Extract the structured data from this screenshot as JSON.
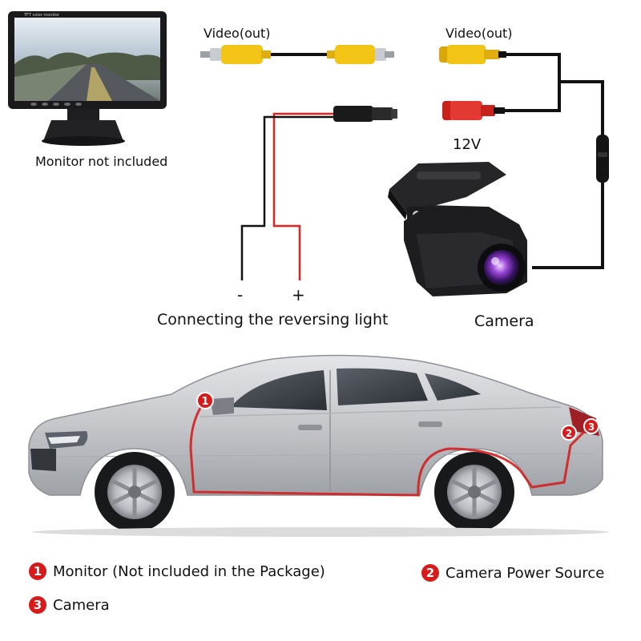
{
  "labels": {
    "video_out_left": "Video(out)",
    "video_out_right": "Video(out)",
    "voltage": "12V",
    "monitor_note": "Monitor not included",
    "minus": "-",
    "plus": "+",
    "reversing_light": "Connecting the reversing light",
    "camera": "Camera",
    "monitor_screen_text": "TFT color monitor"
  },
  "markers": [
    "1",
    "2",
    "3"
  ],
  "legend": [
    {
      "number": "1",
      "text": "Monitor (Not included in the Package)"
    },
    {
      "number": "2",
      "text": "Camera Power Source"
    },
    {
      "number": "3",
      "text": "Camera"
    }
  ],
  "colors": {
    "marker_red": "#d91a1a",
    "wire_red": "#e4231c",
    "wire_black": "#111111",
    "rca_yellow": "#f2c416",
    "dc_red": "#e23a32",
    "car_body": "#c7c9cc",
    "route_line": "#d42020"
  }
}
